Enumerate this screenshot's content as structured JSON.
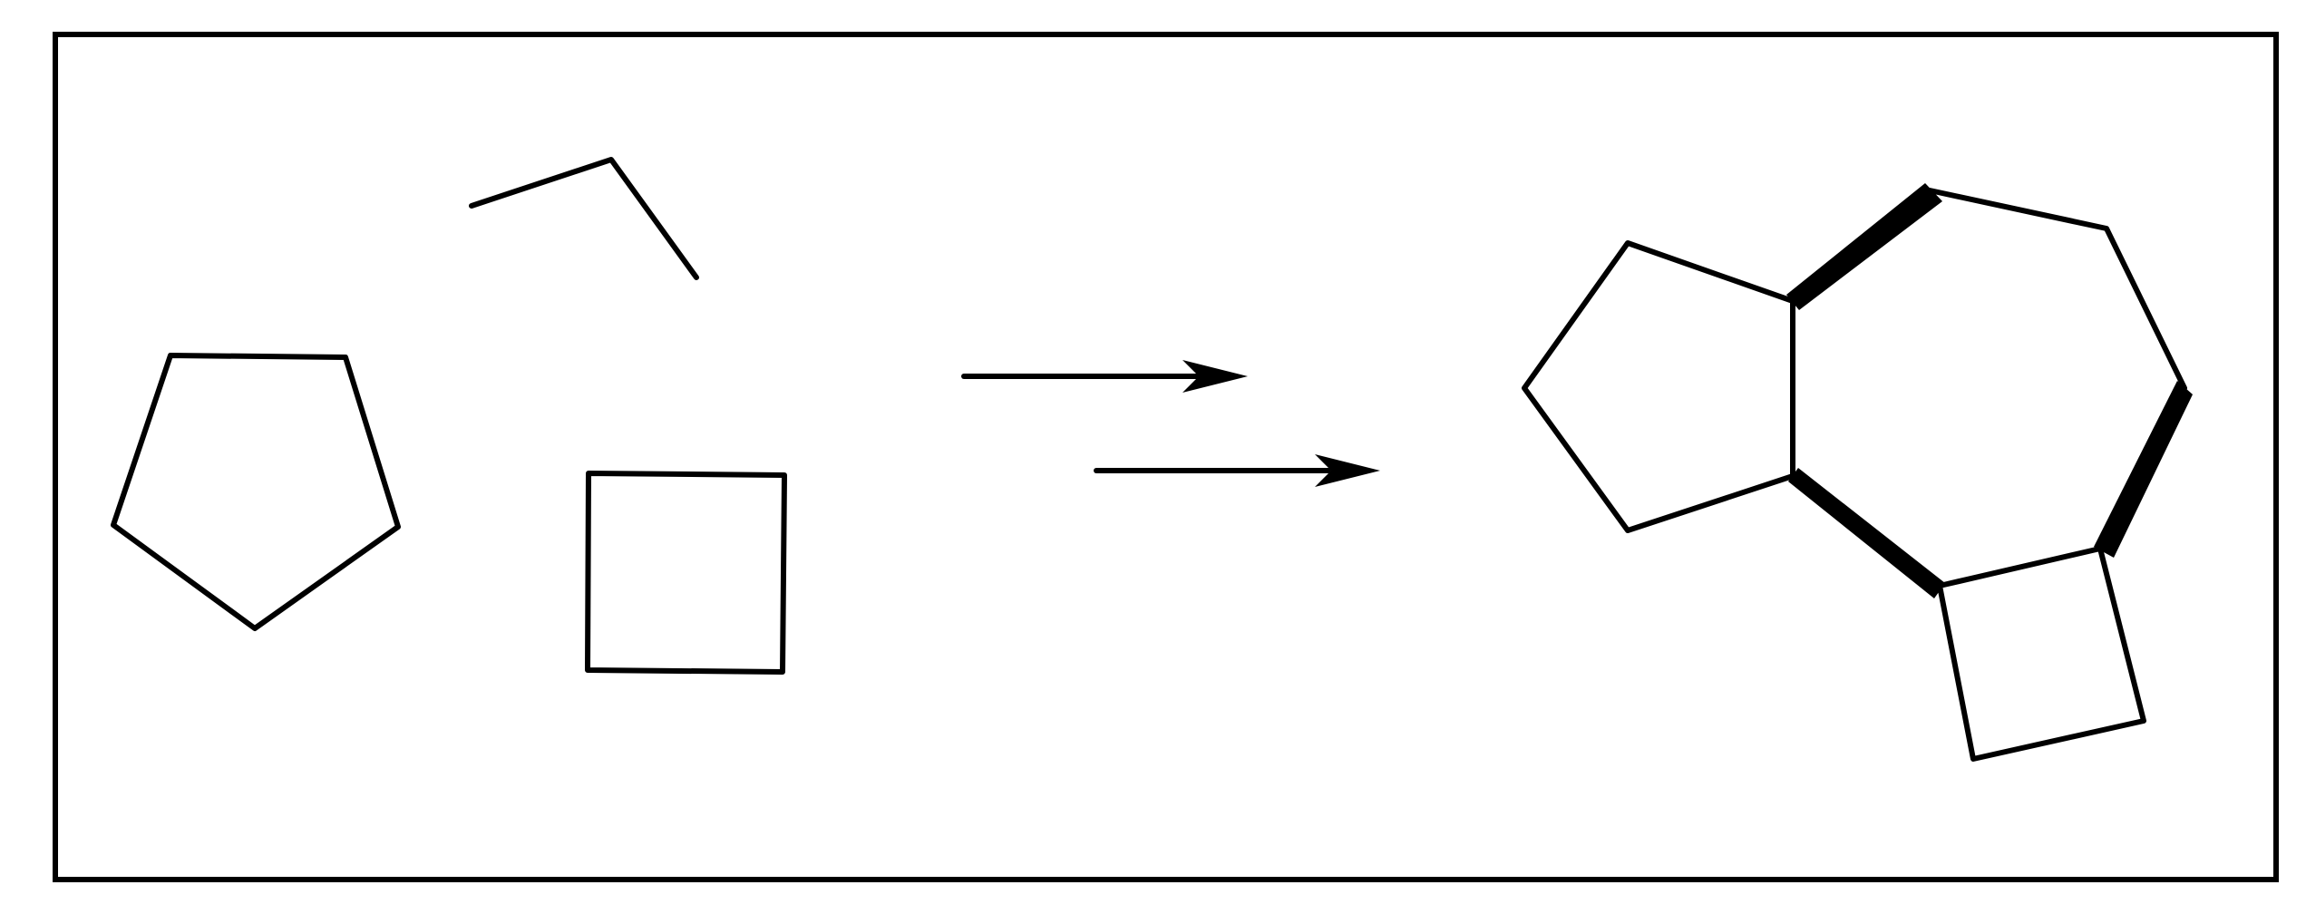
{
  "diagram": {
    "ink_color": "#000000",
    "background_color": "#ffffff",
    "reactants": [
      "cyclopentane-ring",
      "propane-chain",
      "cyclobutane-ring"
    ],
    "arrows": 2,
    "product": "fused-tricyclic-ring"
  }
}
